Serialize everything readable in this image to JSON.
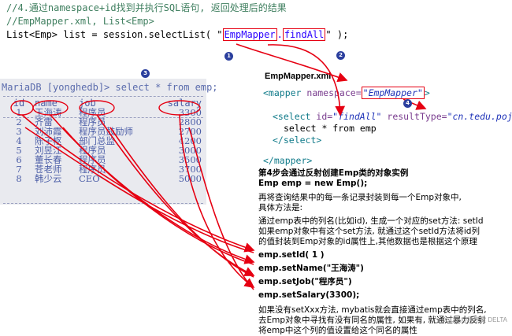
{
  "code": {
    "line1": "//4.通过namespace+id找到并执行SQL语句, 返回处理后的结果",
    "line2": "//EmpMapper.xml, List<Emp>",
    "line3_a": "List<Emp> list = session.selectList( \"",
    "line3_b": "EmpMapper",
    "line3_c": ".",
    "line3_d": "findAll",
    "line3_e": "\" );"
  },
  "console": {
    "prompt": "MariaDB [yonghedb]> select * from emp;",
    "columns": [
      "id",
      "name",
      "job",
      "salary"
    ],
    "rows": [
      {
        "id": "1",
        "name": "王海涛",
        "job": "程序员",
        "salary": "3300"
      },
      {
        "id": "2",
        "name": "齐雷",
        "job": "程序员",
        "salary": "2800"
      },
      {
        "id": "3",
        "name": "刘沛霞",
        "job": "程序员鼓励师",
        "salary": "2700"
      },
      {
        "id": "4",
        "name": "陈子枢",
        "job": "部门总监",
        "salary": "4200"
      },
      {
        "id": "5",
        "name": "刘昱江",
        "job": "程序员",
        "salary": "3000"
      },
      {
        "id": "6",
        "name": "董长春",
        "job": "程序员",
        "salary": "3500"
      },
      {
        "id": "7",
        "name": "苍老师",
        "job": "程序员",
        "salary": "3700"
      },
      {
        "id": "8",
        "name": "韩少云",
        "job": "CEO",
        "salary": "5000"
      }
    ]
  },
  "xml": {
    "filename": "EmpMapper.xml",
    "mapper_open_tag": "<mapper ",
    "mapper_attr": "namespace=",
    "mapper_val": "\"EmpMapper\"",
    "mapper_close": ">",
    "select_tag": "<select ",
    "select_id_attr": "id=",
    "select_id_val": "\"findAll\"",
    "select_rt_attr": " resultType=",
    "select_rt_val": "\"cn.tedu.pojo.E",
    "select_body": "select * from emp",
    "select_end": "</select>",
    "mapper_end": "</mapper>"
  },
  "badges": [
    "1",
    "2",
    "3",
    "4"
  ],
  "explanation": {
    "step4": "第4步会通过反射创建Emp类的对象实例",
    "new_emp": "Emp emp = new Emp();",
    "p1": "再将查询结果中的每一条记录封装到每一个Emp对象中,",
    "p1b": "具体方法是:",
    "p2": "通过emp表中的列名(比如id), 生成一个对应的set方法: setId",
    "p2b": "如果emp对象中有这个set方法, 就通过这个setId方法将id列",
    "p2c": "的值封装到Emp对象的id属性上,其他数据也是根据这个原理",
    "set1": "emp.setId( 1 )",
    "set2": "emp.setName(\"王海涛\")",
    "set3": "emp.setJob(\"程序员\")",
    "set4": "emp.setSalary(3300);",
    "p3": "如果没有setXxx方法, mybatis就会直接通过emp表中的列名,",
    "p3b": "去Emp对象中寻找有没有同名的属性, 如果有, 就通过暴力反射",
    "p3c": "将emp中这个列的值设置给这个同名的属性"
  },
  "watermark": "CSDN @程序员 DELTA",
  "colors": {
    "arrow": "#e60012",
    "badge": "#2b3f9e"
  }
}
